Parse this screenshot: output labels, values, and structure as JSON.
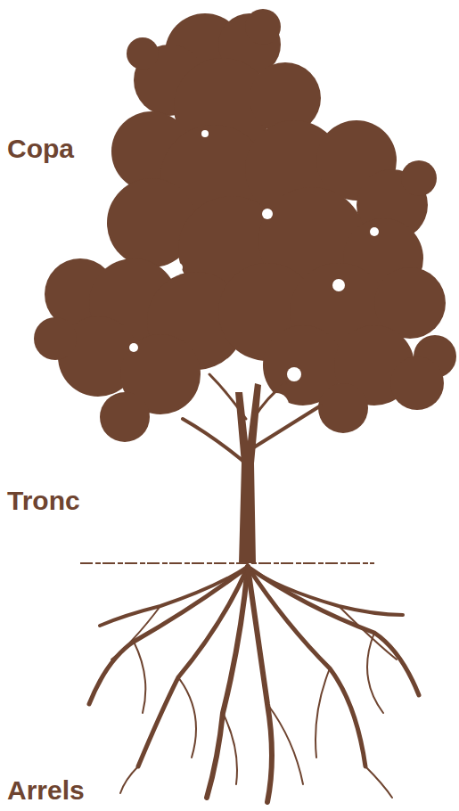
{
  "diagram": {
    "labels": [
      "Copa",
      "Tronc",
      "Arrels"
    ]
  }
}
